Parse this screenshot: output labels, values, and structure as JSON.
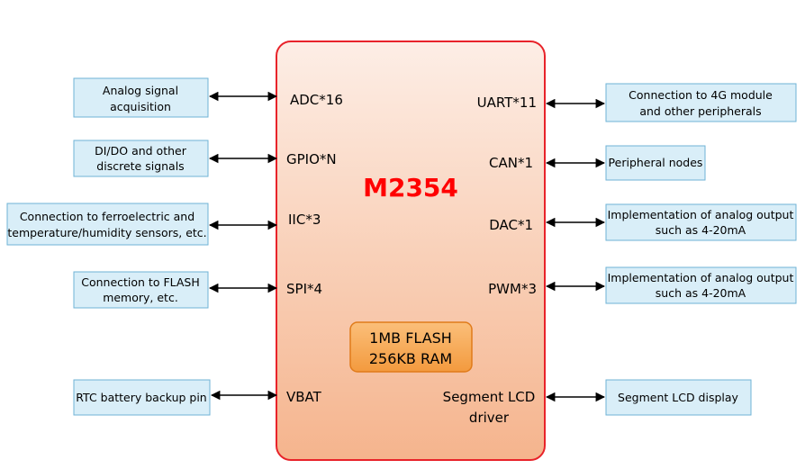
{
  "chip": {
    "title": "M2354",
    "left_pins": [
      "ADC*16",
      "GPIO*N",
      "IIC*3",
      "SPI*4",
      "VBAT"
    ],
    "right_pins": [
      "UART*11",
      "CAN*1",
      "DAC*1",
      "PWM*3",
      "Segment LCD",
      "driver"
    ],
    "memory": [
      "1MB FLASH",
      "256KB RAM"
    ]
  },
  "left_boxes": [
    [
      "Analog signal",
      "acquisition"
    ],
    [
      "DI/DO and other",
      "discrete signals"
    ],
    [
      "Connection to ferroelectric and",
      "temperature/humidity sensors, etc."
    ],
    [
      "Connection to FLASH",
      "memory, etc."
    ],
    [
      "RTC battery backup pin"
    ]
  ],
  "right_boxes": [
    [
      "Connection to 4G module",
      "and other peripherals"
    ],
    [
      "Peripheral nodes"
    ],
    [
      "Implementation of analog output",
      "such as 4-20mA"
    ],
    [
      "Implementation of analog output",
      "such as 4-20mA"
    ],
    [
      "Segment LCD display"
    ]
  ],
  "colors": {
    "chip_border": "#e8232a",
    "chip_fill_top": "#fdeee6",
    "chip_fill_bottom": "#f5b48d",
    "box_fill": "#d9eef8",
    "box_border": "#6fb3d6",
    "memory_fill": "#f7a351",
    "memory_border": "#e07b1a",
    "arrow": "#000000"
  }
}
